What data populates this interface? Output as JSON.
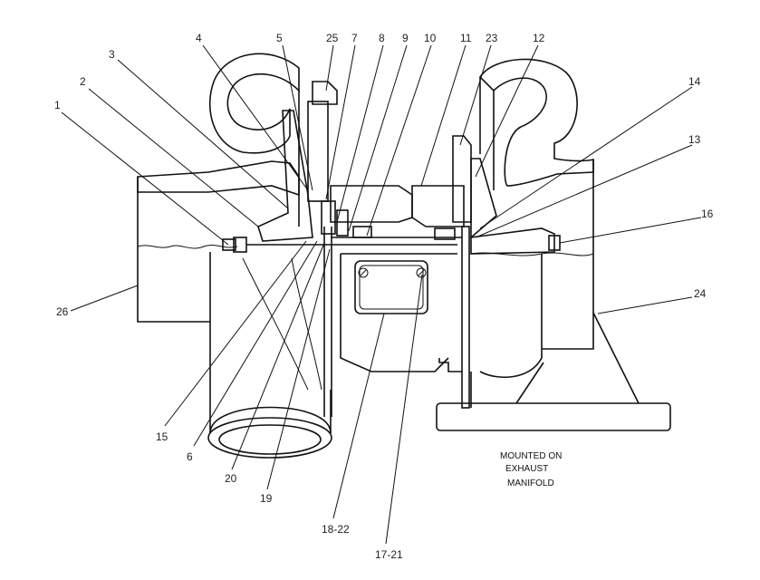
{
  "figure": {
    "callouts": [
      "1",
      "2",
      "3",
      "4",
      "5",
      "25",
      "7",
      "8",
      "9",
      "10",
      "11",
      "23",
      "12",
      "14",
      "13",
      "16",
      "24",
      "26",
      "15",
      "6",
      "20",
      "19",
      "18-22",
      "17-21"
    ],
    "note": [
      "MOUNTED ON",
      "EXHAUST",
      "MANIFOLD"
    ]
  },
  "colors": {
    "ink": "#111111",
    "paper": "#ffffff"
  }
}
